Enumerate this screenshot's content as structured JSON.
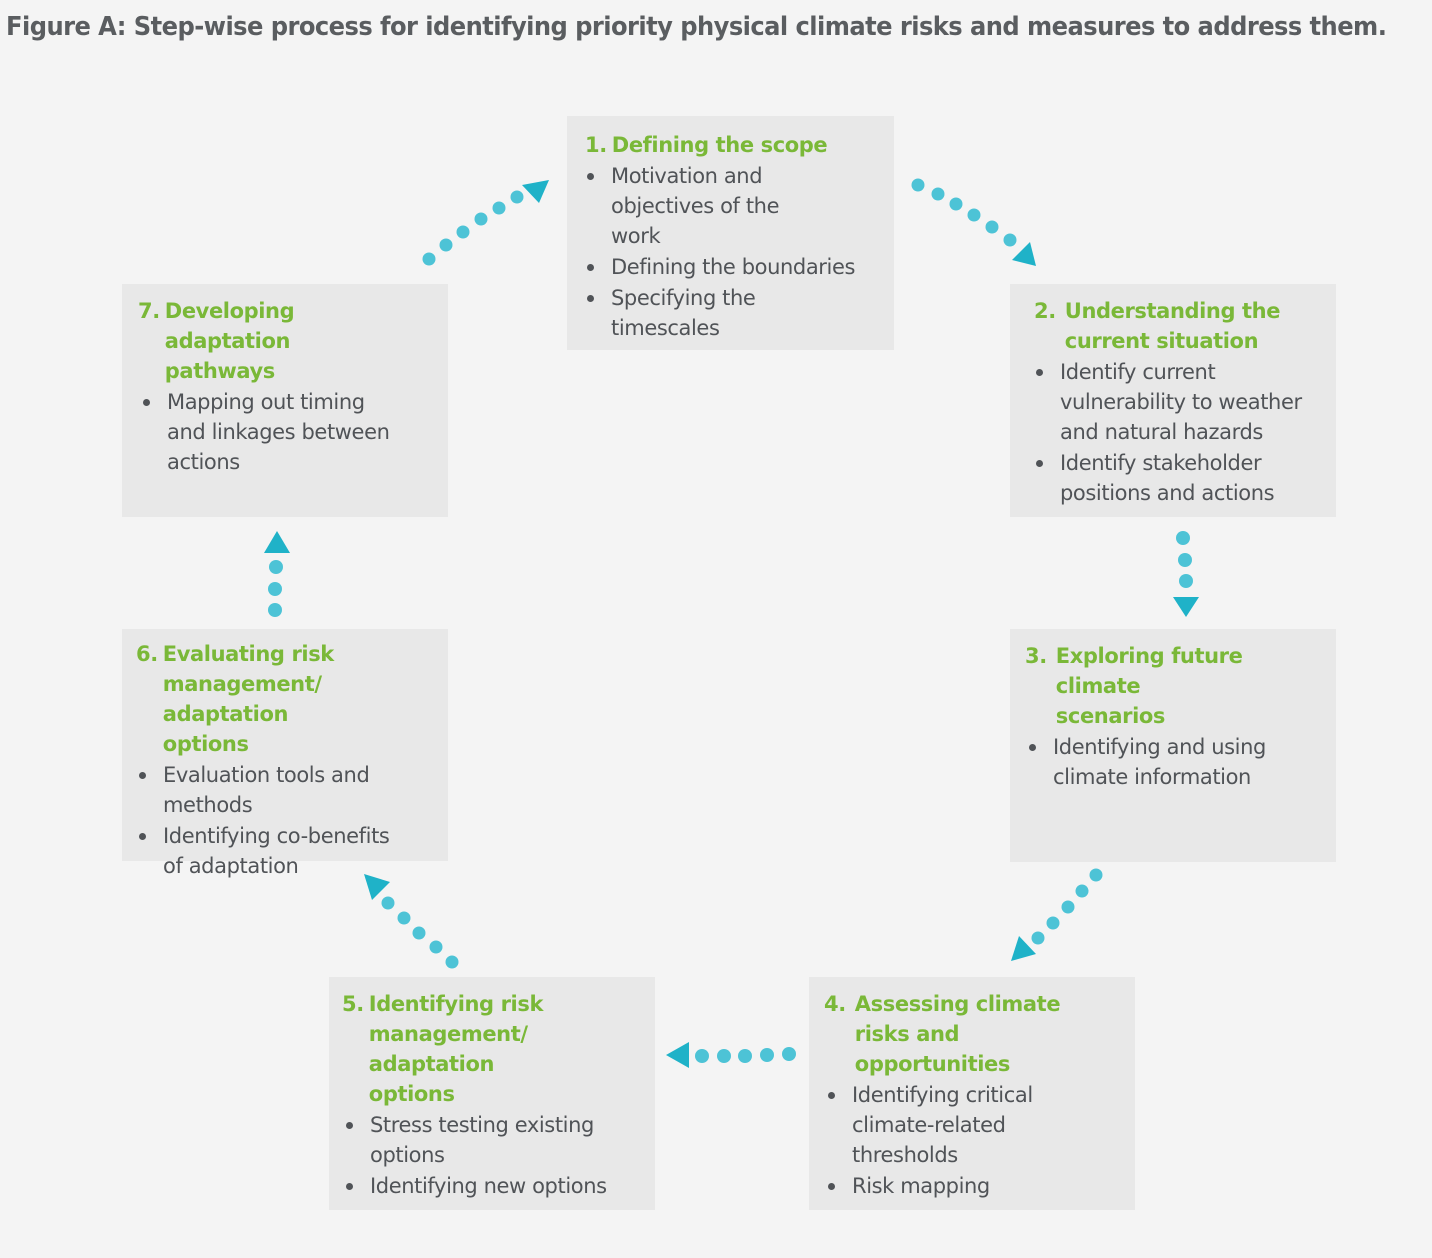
{
  "title": "Figure A: Step-wise process for identifying priority physical climate risks and measures to address them.",
  "steps": [
    {
      "number": "1.",
      "title": "Defining the scope",
      "bullets": [
        "Motivation and objectives of the work",
        "Defining the boundaries",
        "Specifying the timescales"
      ]
    },
    {
      "number": "2.",
      "title": "Understanding the current situation",
      "bullets": [
        "Identify current vulnerability to weather and natural hazards",
        "Identify stakeholder positions and actions"
      ]
    },
    {
      "number": "3.",
      "title": "Exploring future climate scenarios",
      "bullets": [
        "Identifying and using climate information"
      ]
    },
    {
      "number": "4.",
      "title": "Assessing climate risks and opportunities",
      "bullets": [
        "Identifying critical climate-related thresholds",
        "Risk mapping"
      ]
    },
    {
      "number": "5.",
      "title": "Identifying risk management/ adaptation options",
      "bullets": [
        "Stress testing existing options",
        "Identifying new options"
      ]
    },
    {
      "number": "6.",
      "title": "Evaluating risk management/ adaptation options",
      "bullets": [
        "Evaluation tools and methods",
        "Identifying co-benefits of adaptation"
      ]
    },
    {
      "number": "7.",
      "title": "Developing adaptation pathways",
      "bullets": [
        "Mapping out timing and linkages between actions"
      ]
    }
  ],
  "colors": {
    "heading": "#7ab838",
    "text": "#505357",
    "box": "#e8e8e8",
    "arrow_dots": "#4dc3d6",
    "arrow_tip": "#1fb2c8"
  }
}
